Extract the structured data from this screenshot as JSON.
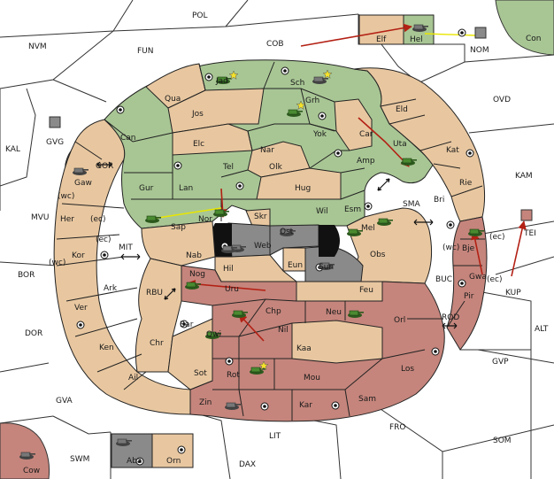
{
  "colors": {
    "sea": "#ffffff",
    "neutral": "#e8c7a0",
    "green_power": "#a8c694",
    "red_power": "#c5857c",
    "gray_power": "#8a8a8a",
    "impassable": "#111111",
    "move_order": "#b32014",
    "support_order": "#e9e600"
  },
  "icons": {
    "army": "tank-icon",
    "supply_center": "supply-center-icon",
    "star": "star-icon",
    "gray_unit": "gray-army-icon"
  },
  "seas": {
    "pol": "POL",
    "nvm": "NVM",
    "fun": "FUN",
    "cob": "COB",
    "nom": "NOM",
    "con": "Con",
    "ovd": "OVD",
    "kal": "KAL",
    "gvg": "GVG",
    "gor": "GOR",
    "kam": "KAM",
    "mvu": "MVU",
    "mit": "MIT",
    "sma": "SMA",
    "bor": "BOR",
    "buc": "BUC",
    "kup": "KUP",
    "rbu": "RBU",
    "rod": "ROD",
    "dor": "DOR",
    "alt": "ALT",
    "gvp": "GVP",
    "gva": "GVA",
    "fro": "FRO",
    "lit": "LIT",
    "som": "SOM",
    "swm": "SWM",
    "dax": "DAX",
    "cow": "Cow",
    "tei": "TEI"
  },
  "provinces": {
    "elf": "Elf",
    "hel": "Hel",
    "jad": "Jad",
    "sch": "Sch",
    "qua": "Qua",
    "jos": "Jos",
    "grh": "Grh",
    "eld": "Eld",
    "can": "Can",
    "yok": "Yok",
    "car": "Car",
    "elc": "Elc",
    "nar": "Nar",
    "uta": "Uta",
    "kat": "Kat",
    "tel": "Tel",
    "olk": "Olk",
    "amp": "Amp",
    "gaw": "Gaw",
    "gur": "Gur",
    "lan": "Lan",
    "hug": "Hug",
    "rie": "Rie",
    "bri": "Bri",
    "wil": "Wil",
    "esm": "Esm",
    "her": "Her",
    "nor": "Nor",
    "skr": "Skr",
    "sap": "Sap",
    "ost": "Ost",
    "web": "Web",
    "mel": "Mel",
    "kor": "Kor",
    "nab": "Nab",
    "obs": "Obs",
    "bje": "Bje",
    "gwa": "Gwa",
    "eun": "Eun",
    "sun": "Sun",
    "hil": "Hil",
    "nog": "Nog",
    "ark": "Ark",
    "uru": "Uru",
    "feu": "Feu",
    "pir": "Pir",
    "ver": "Ver",
    "chp": "Chp",
    "neu": "Neu",
    "orl": "Orl",
    "bar": "Bar",
    "nil": "Nil",
    "qwi": "Qwi",
    "ken": "Ken",
    "chr": "Chr",
    "kaa": "Kaa",
    "los": "Los",
    "ail": "Ail",
    "sot": "Sot",
    "rot": "Rot",
    "mou": "Mou",
    "zin": "Zin",
    "kar": "Kar",
    "sam": "Sam",
    "aba": "Aba",
    "orn": "Orn"
  },
  "coasts": {
    "wc": "(wc)",
    "ec": "(ec)"
  }
}
